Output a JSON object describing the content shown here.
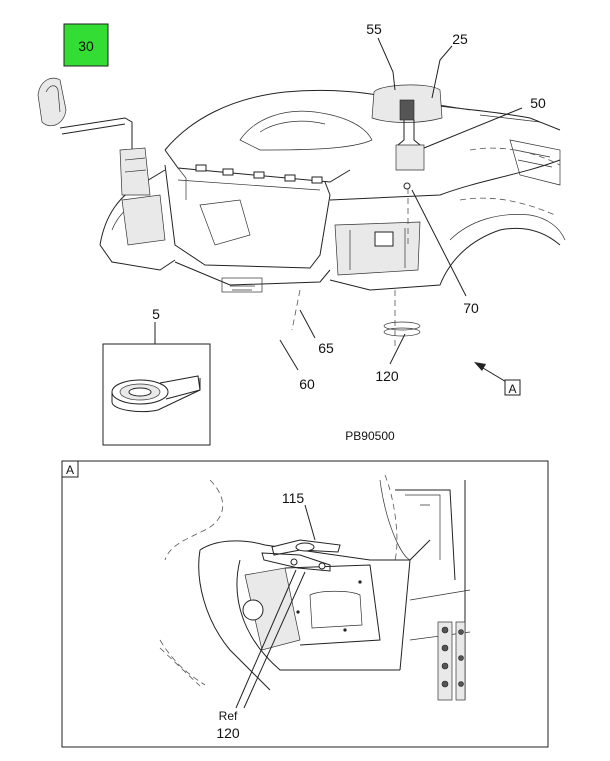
{
  "callouts": {
    "c30": "30",
    "c55": "55",
    "c25": "25",
    "c50": "50",
    "c70": "70",
    "c5": "5",
    "c65": "65",
    "c60": "60",
    "c120": "120",
    "view_ref": "A",
    "figure_id": "PB90500",
    "detail_label": "A",
    "c115": "115",
    "ref_text": "Ref",
    "c120_ref": "120"
  },
  "colors": {
    "highlight": "#33dd33",
    "line": "#222222",
    "background": "#ffffff"
  }
}
